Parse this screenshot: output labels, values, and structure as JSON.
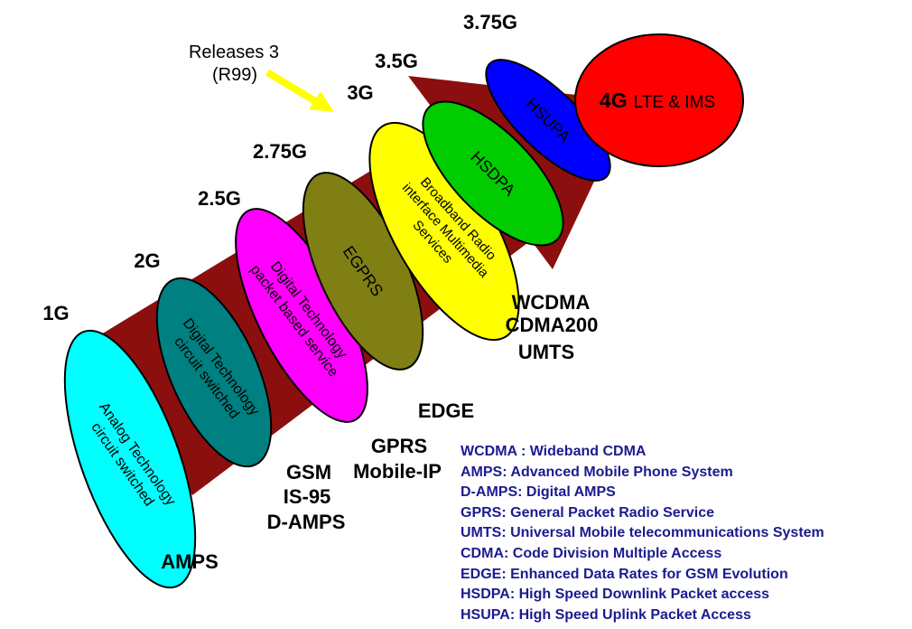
{
  "colors": {
    "background": "#ffffff",
    "arrow": "#8b0f0f",
    "r99_arrow": "#ffff00",
    "legend_text": "#1b1b8f",
    "label_text": "#000000"
  },
  "annotation": {
    "release_line1": "Releases 3",
    "release_line2": "(R99)"
  },
  "generations": {
    "g1": "1G",
    "g2": "2G",
    "g25": "2.5G",
    "g275": "2.75G",
    "g3": "3G",
    "g35": "3.5G",
    "g375": "3.75G"
  },
  "stages": {
    "analog": {
      "color": "#00ffff",
      "line1": "Analog Technology",
      "line2": "circuit switched"
    },
    "digital_circuit": {
      "color": "#008080",
      "line1": "Digital Technology",
      "line2": "circuit switched"
    },
    "digital_packet": {
      "color": "#ff00ff",
      "line1": "Digital Technology",
      "line2": "packet based service"
    },
    "egprs": {
      "color": "#7f7f14",
      "line1": "EGPRS"
    },
    "broadband": {
      "color": "#ffff00",
      "line1": "Broadband Radio",
      "line2": "interface Multimedia",
      "line3": "Services"
    },
    "hsdpa": {
      "color": "#00cc00",
      "line1": "HSDPA"
    },
    "hsupa": {
      "color": "#0000ff",
      "line1": "HSUPA"
    },
    "lte": {
      "color": "#ff0000",
      "bold": "4G",
      "rest": "LTE & IMS"
    }
  },
  "tech_labels": {
    "amps": "AMPS",
    "gsm": "GSM",
    "is95": "IS-95",
    "damps": "D-AMPS",
    "gprs": "GPRS",
    "mobile_ip": "Mobile-IP",
    "edge": "EDGE",
    "wcdma": "WCDMA",
    "cdma200": "CDMA200",
    "umts": "UMTS"
  },
  "legend": {
    "items": [
      "WCDMA : Wideband CDMA",
      "AMPS: Advanced Mobile Phone System",
      "D-AMPS: Digital AMPS",
      "GPRS: General Packet Radio Service",
      "UMTS: Universal Mobile telecommunications System",
      "CDMA: Code Division Multiple Access",
      "EDGE: Enhanced Data Rates for GSM Evolution",
      "HSDPA: High Speed Downlink Packet access",
      "HSUPA: High Speed Uplink Packet Access"
    ]
  }
}
